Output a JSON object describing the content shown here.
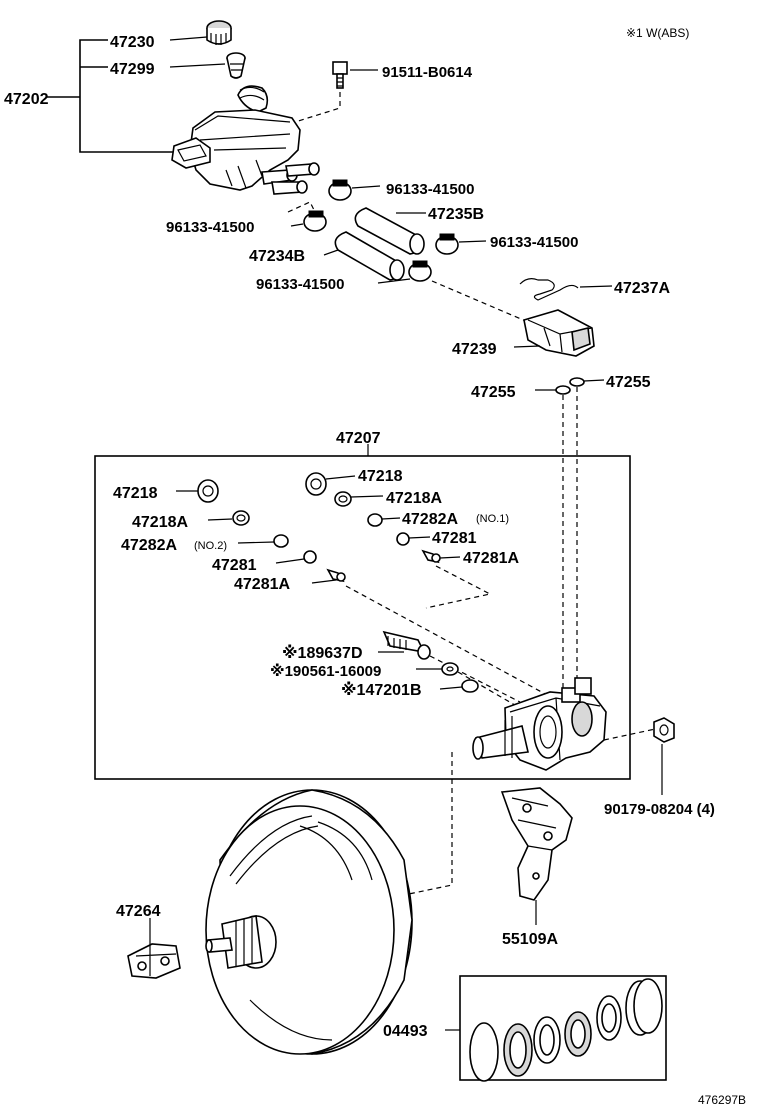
{
  "note_abs": "※1 W(ABS)",
  "diagram_code": "476297B",
  "labels": {
    "p47202": "47202",
    "p47230": "47230",
    "p47299": "47299",
    "p91511": "91511-B0614",
    "p96133_a": "96133-41500",
    "p96133_b": "96133-41500",
    "p96133_c": "96133-41500",
    "p96133_d": "96133-41500",
    "p47235B": "47235B",
    "p47234B": "47234B",
    "p47237A": "47237A",
    "p47239": "47239",
    "p47255_l": "47255",
    "p47255_r": "47255",
    "p47207": "47207",
    "p47218_l": "47218",
    "p47218_r": "47218",
    "p47218A_l": "47218A",
    "p47218A_r": "47218A",
    "p47282A_no1": "47282A",
    "no1": "(NO.1)",
    "p47282A_no2": "47282A",
    "no2": "(NO.2)",
    "p47281_l": "47281",
    "p47281_r": "47281",
    "p47281A_l": "47281A",
    "p47281A_r": "47281A",
    "p89637D": "※189637D",
    "p90561": "※190561-16009",
    "p47201B": "※147201B",
    "p90179": "90179-08204 (4)",
    "p47264": "47264",
    "p55109A": "55109A",
    "p04493": "04493"
  }
}
